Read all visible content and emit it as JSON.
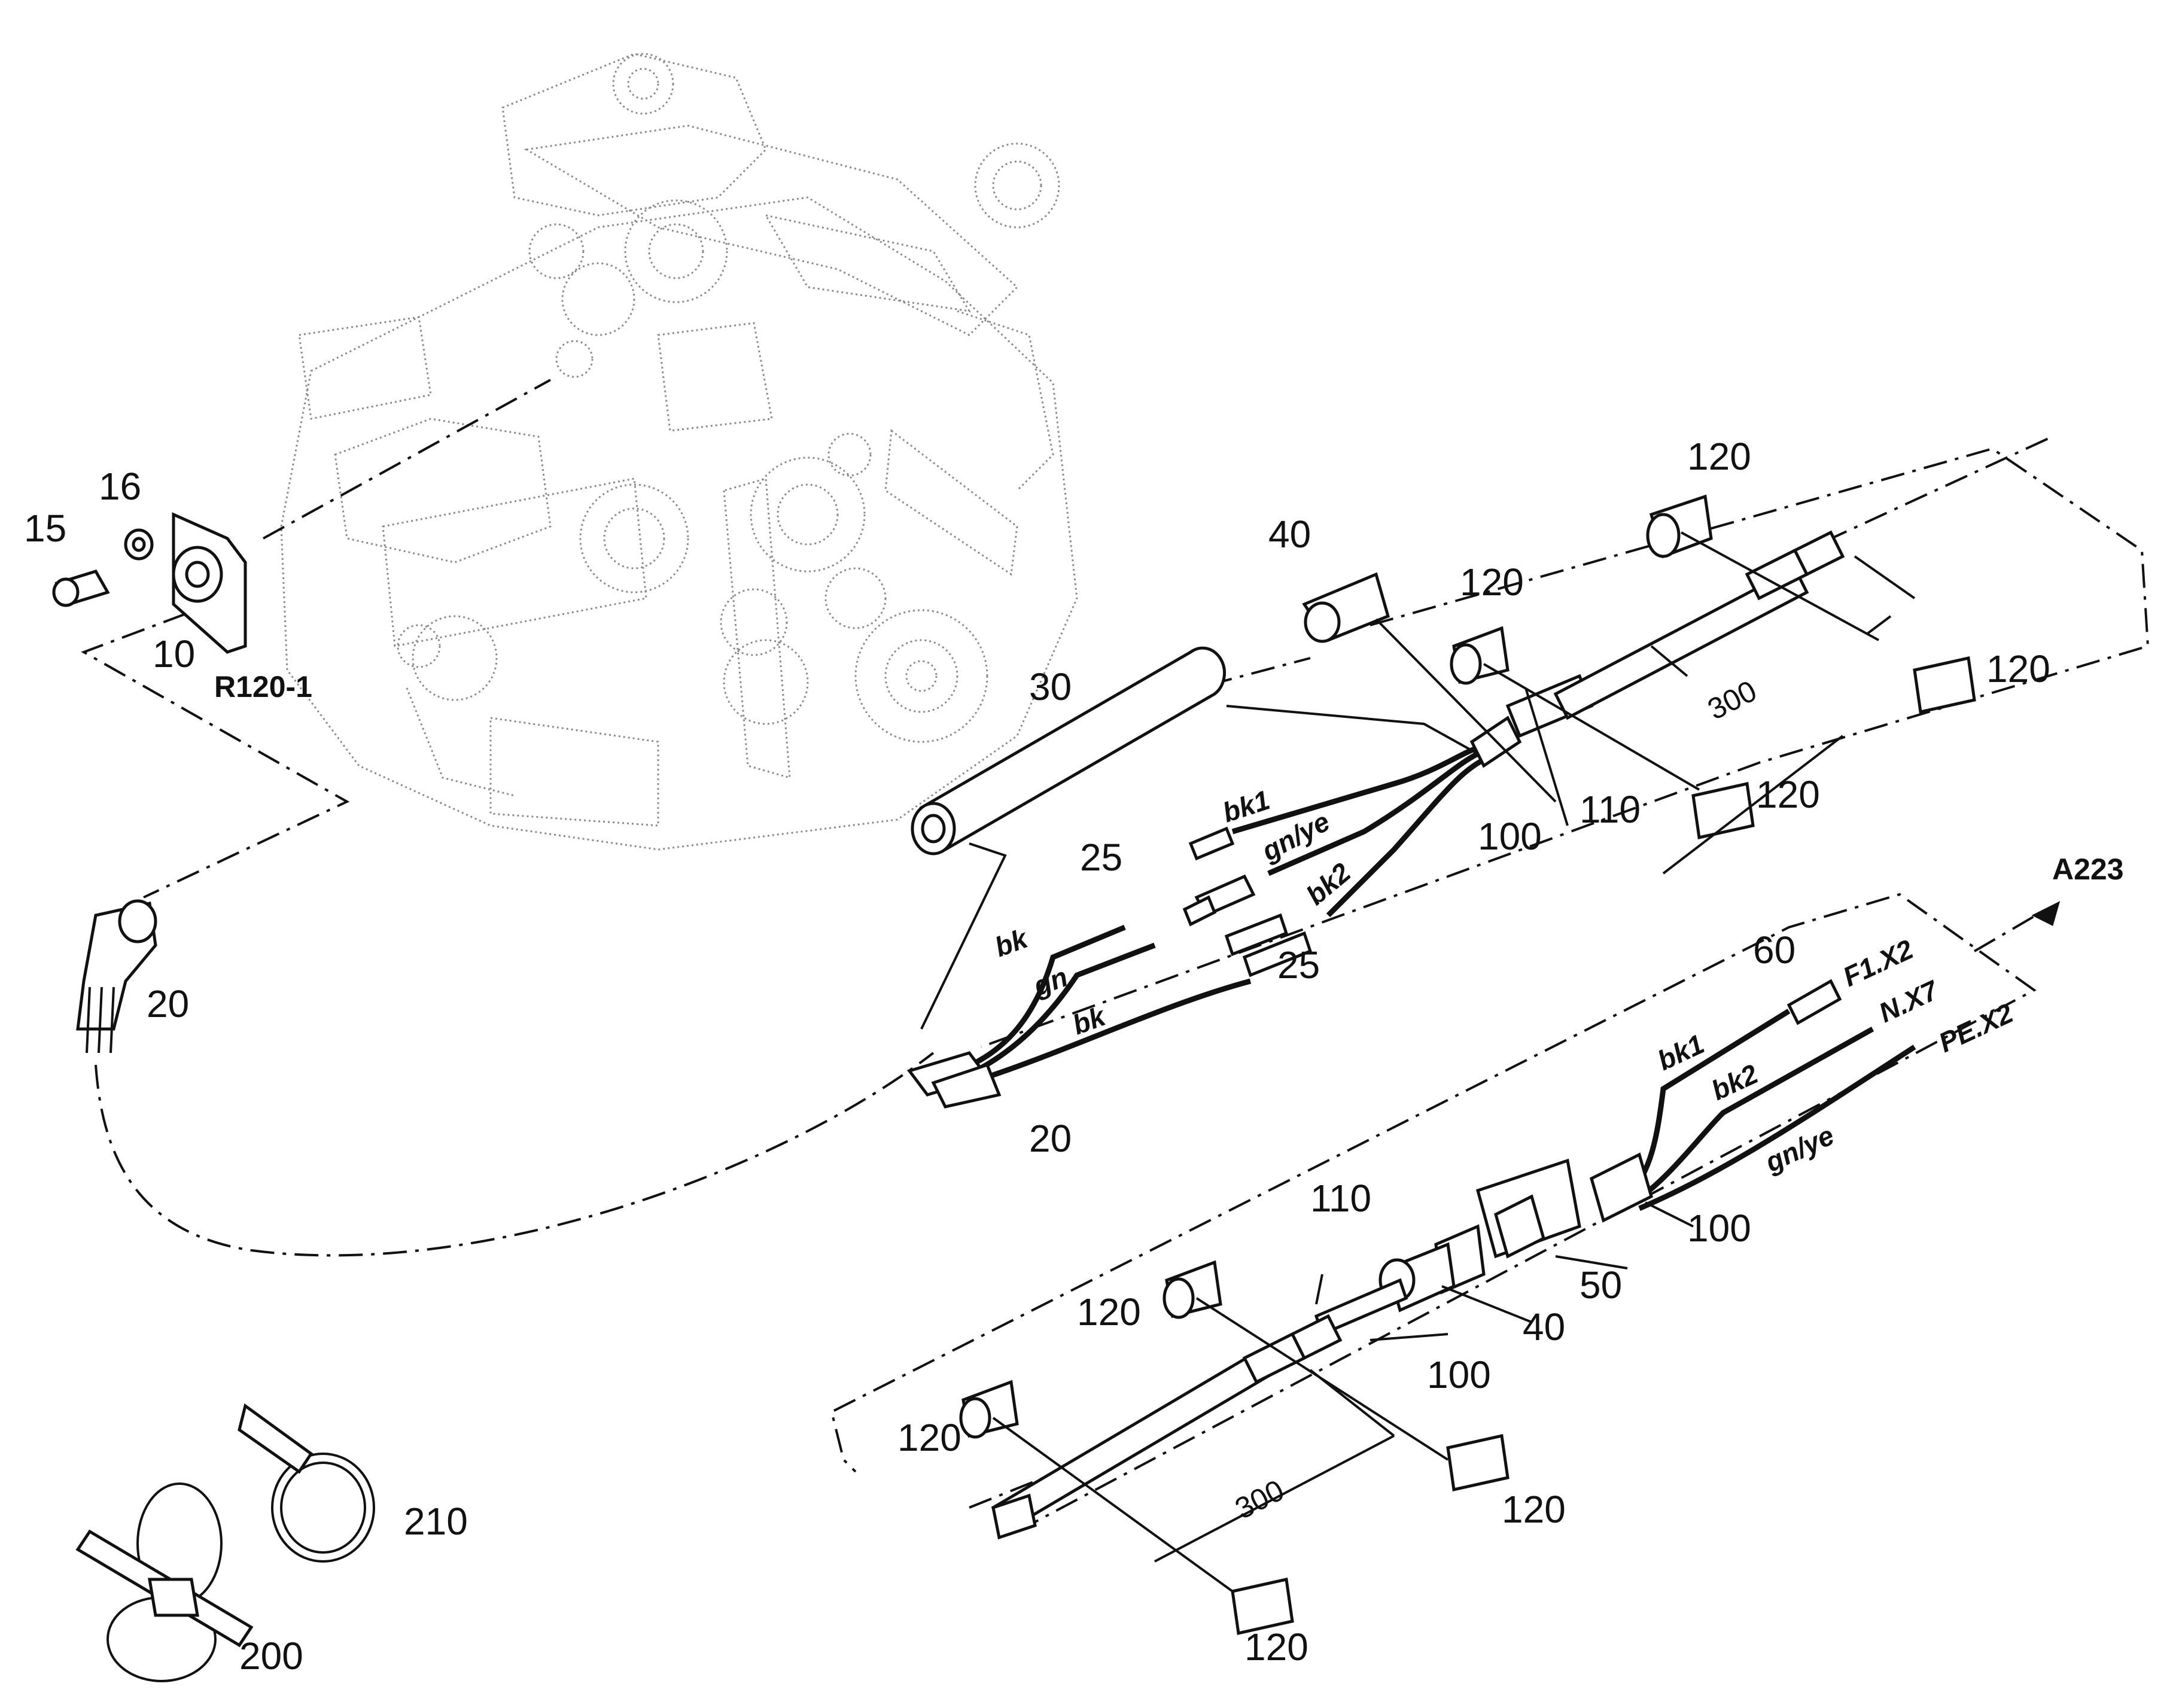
{
  "labels": {
    "p15": "15",
    "p16": "16",
    "p10": "10",
    "r120": "R120-1",
    "p20a": "20",
    "p20b": "20",
    "p30": "30",
    "p40a": "40",
    "p40b": "40",
    "p25a": "25",
    "p25b": "25",
    "p50": "50",
    "p60": "60",
    "p100a": "100",
    "p100b": "100",
    "p100c": "100",
    "p110a": "110",
    "p110b": "110",
    "p120a": "120",
    "p120b": "120",
    "p120c": "120",
    "p120d": "120",
    "p120e": "120",
    "p120f": "120",
    "p120g": "120",
    "p120h": "120",
    "p200": "200",
    "p210": "210",
    "dim300a": "300",
    "dim300b": "300",
    "a223": "A223",
    "f1x2": "F1.X2",
    "nx7": "N.X7",
    "pex2": "PE.X2"
  },
  "wires": {
    "bk1_top": "bk1",
    "gnye_top": "gn/ye",
    "bk2_top": "bk2",
    "bk_a": "bk",
    "gn": "gn",
    "bk_b": "bk",
    "bk1_bot": "bk1",
    "bk2_bot": "bk2",
    "gnye_bot": "gn/ye"
  }
}
